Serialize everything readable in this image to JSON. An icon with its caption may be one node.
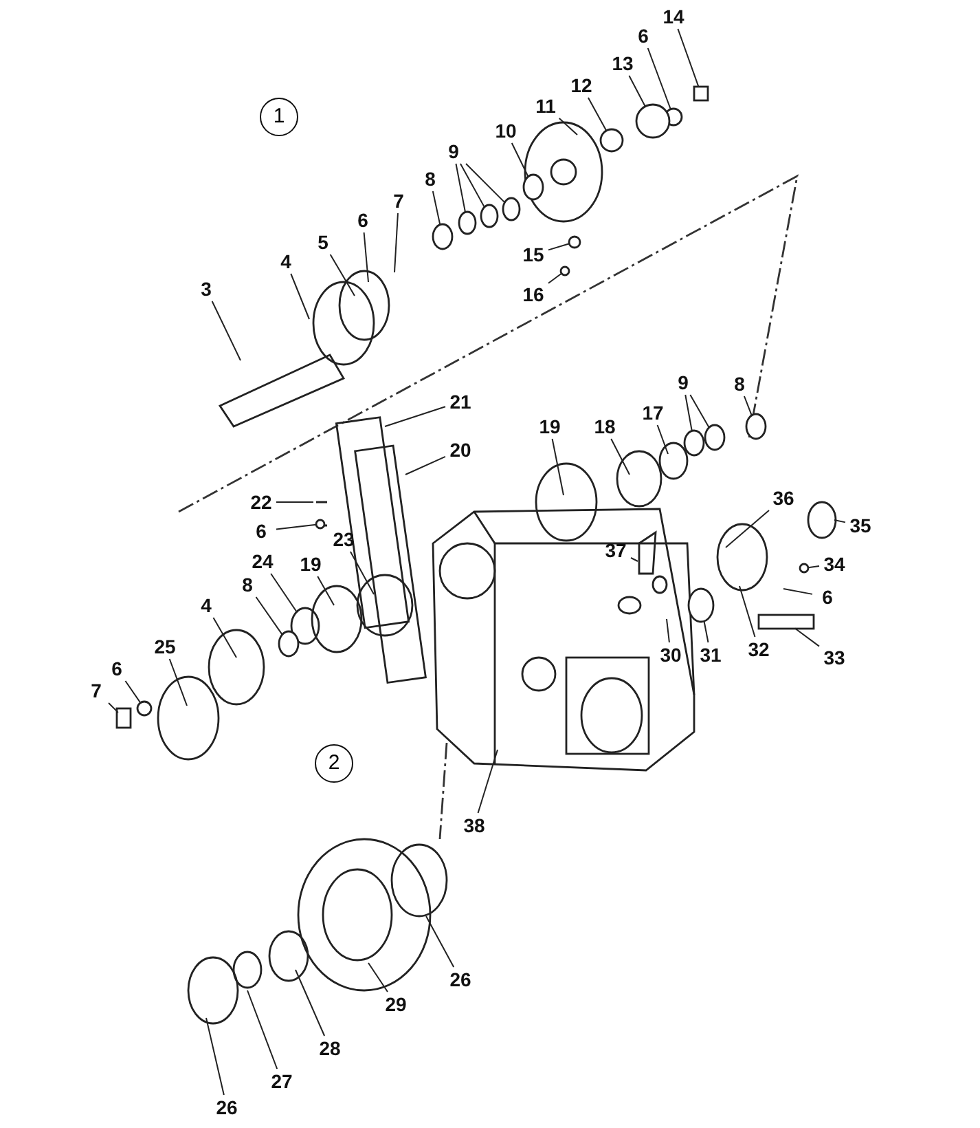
{
  "diagram": {
    "nodes": [
      {
        "text": [
          "14"
        ]
      },
      {
        "text": [
          "6"
        ]
      },
      {
        "text": [
          "13"
        ]
      },
      {
        "text": [
          "12"
        ]
      },
      {
        "text": [
          "11"
        ]
      },
      {
        "text": [
          "10"
        ]
      },
      {
        "text": [
          "9"
        ]
      },
      {
        "text": [
          "8"
        ]
      },
      {
        "text": [
          "7"
        ]
      },
      {
        "text": [
          "6"
        ]
      },
      {
        "text": [
          "5"
        ]
      },
      {
        "text": [
          "4"
        ]
      },
      {
        "text": [
          "3"
        ]
      },
      {
        "text": [
          "15"
        ]
      },
      {
        "text": [
          "16"
        ]
      },
      {
        "text": [
          "21"
        ]
      },
      {
        "text": [
          "20"
        ]
      },
      {
        "text": [
          "17"
        ]
      },
      {
        "text": [
          "18"
        ]
      },
      {
        "text": [
          "9"
        ]
      },
      {
        "text": [
          "8"
        ]
      },
      {
        "text": [
          "19"
        ]
      },
      {
        "text": [
          "22"
        ]
      },
      {
        "text": [
          "6"
        ]
      },
      {
        "text": [
          "23"
        ]
      },
      {
        "text": [
          "36"
        ]
      },
      {
        "text": [
          "35"
        ]
      },
      {
        "text": [
          "34"
        ]
      },
      {
        "text": [
          "6"
        ]
      },
      {
        "text": [
          "33"
        ]
      },
      {
        "text": [
          "32"
        ]
      },
      {
        "text": [
          "31"
        ]
      },
      {
        "text": [
          "30"
        ]
      },
      {
        "text": [
          "37"
        ]
      },
      {
        "text": [
          "24"
        ]
      },
      {
        "text": [
          "19"
        ]
      },
      {
        "text": [
          "8"
        ]
      },
      {
        "text": [
          "4"
        ]
      },
      {
        "text": [
          "25"
        ]
      },
      {
        "text": [
          "6"
        ]
      },
      {
        "text": [
          "7"
        ]
      },
      {
        "text": [
          "38"
        ]
      },
      {
        "text": [
          "26"
        ]
      },
      {
        "text": [
          "29"
        ]
      },
      {
        "text": [
          "28"
        ]
      },
      {
        "text": [
          "27"
        ]
      },
      {
        "text": [
          "26"
        ]
      },
      {
        "text": [],
        "shape": "circle"
      },
      {
        "text": [],
        "shape": "circle"
      },
      {
        "text": [],
        "shape": "circle"
      },
      {
        "text": [],
        "shape": "circle"
      },
      {
        "text": [],
        "shape": "circle"
      },
      {
        "text": [],
        "shape": "circle"
      },
      {
        "text": [],
        "shape": "circle"
      },
      {
        "text": [],
        "shape": "circle"
      },
      {
        "text": [],
        "shape": "circle"
      },
      {
        "text": [],
        "shape": "circle"
      },
      {
        "text": [],
        "shape": "circle"
      },
      {
        "text": [],
        "shape": "circle"
      },
      {
        "text": [],
        "shape": "circle"
      },
      {
        "text": [],
        "shape": "box"
      },
      {
        "text": [],
        "shape": "circle"
      },
      {
        "text": [],
        "shape": "circle"
      },
      {
        "text": [],
        "shape": "circle"
      },
      {
        "text": [],
        "shape": "circle"
      },
      {
        "text": [],
        "shape": "box"
      },
      {
        "text": [],
        "shape": "circle"
      },
      {
        "text": [],
        "shape": "box"
      }
    ],
    "edges": [
      {
        "from": 0,
        "to": 65,
        "arrow": "none"
      },
      {
        "from": 1,
        "to": 47,
        "arrow": "none"
      },
      {
        "from": 2,
        "to": 48,
        "arrow": "none"
      },
      {
        "from": 3,
        "to": 49,
        "arrow": "none"
      },
      {
        "from": 4,
        "to": null,
        "arrow": "none"
      },
      {
        "from": 5,
        "to": 50,
        "arrow": "none"
      },
      {
        "from": 6,
        "to": 51,
        "arrow": "none"
      },
      {
        "from": 6,
        "to": 52,
        "arrow": "none"
      },
      {
        "from": 6,
        "to": 53,
        "arrow": "none"
      },
      {
        "from": 7,
        "to": 54,
        "arrow": "none"
      },
      {
        "from": 8,
        "to": null,
        "arrow": "none"
      },
      {
        "from": 9,
        "to": null,
        "arrow": "none"
      },
      {
        "from": 10,
        "to": null,
        "arrow": "none"
      },
      {
        "from": 11,
        "to": null,
        "arrow": "none"
      },
      {
        "from": 12,
        "to": null,
        "arrow": "none"
      },
      {
        "from": 13,
        "to": 61,
        "arrow": "none"
      },
      {
        "from": 14,
        "to": 62,
        "arrow": "none"
      },
      {
        "from": 15,
        "to": null,
        "arrow": "none"
      },
      {
        "from": 16,
        "to": null,
        "arrow": "none"
      },
      {
        "from": 17,
        "to": null,
        "arrow": "none"
      },
      {
        "from": 18,
        "to": null,
        "arrow": "none"
      },
      {
        "from": 19,
        "to": 55,
        "arrow": "none"
      },
      {
        "from": 19,
        "to": 56,
        "arrow": "none"
      },
      {
        "from": 20,
        "to": 57,
        "arrow": "none"
      },
      {
        "from": 21,
        "to": null,
        "arrow": "none"
      },
      {
        "from": 22,
        "to": null,
        "arrow": "none"
      },
      {
        "from": 23,
        "to": 66,
        "arrow": "none"
      },
      {
        "from": 24,
        "to": null,
        "arrow": "none"
      },
      {
        "from": 25,
        "to": null,
        "arrow": "none"
      },
      {
        "from": 26,
        "to": null,
        "arrow": "none"
      },
      {
        "from": 27,
        "to": 63,
        "arrow": "none"
      },
      {
        "from": 28,
        "to": null,
        "arrow": "none"
      },
      {
        "from": 29,
        "to": 67,
        "arrow": "none"
      },
      {
        "from": 30,
        "to": null,
        "arrow": "none"
      },
      {
        "from": 31,
        "to": 58,
        "arrow": "none"
      },
      {
        "from": 32,
        "to": null,
        "arrow": "none"
      },
      {
        "from": 33,
        "to": null,
        "arrow": "none"
      },
      {
        "from": 34,
        "to": null,
        "arrow": "none"
      },
      {
        "from": 35,
        "to": null,
        "arrow": "none"
      },
      {
        "from": 36,
        "to": 64,
        "arrow": "none"
      },
      {
        "from": 37,
        "to": null,
        "arrow": "none"
      },
      {
        "from": 38,
        "to": null,
        "arrow": "none"
      },
      {
        "from": 39,
        "to": 59,
        "arrow": "none"
      },
      {
        "from": 40,
        "to": 60,
        "arrow": "none"
      },
      {
        "from": 41,
        "to": null,
        "arrow": "none"
      },
      {
        "from": 42,
        "to": null,
        "arrow": "none"
      },
      {
        "from": 43,
        "to": null,
        "arrow": "none"
      },
      {
        "from": 44,
        "to": null,
        "arrow": "none"
      },
      {
        "from": 45,
        "to": null,
        "arrow": "none"
      },
      {
        "from": 46,
        "to": null,
        "arrow": "none"
      }
    ],
    "labels": [
      "1",
      "2"
    ]
  }
}
